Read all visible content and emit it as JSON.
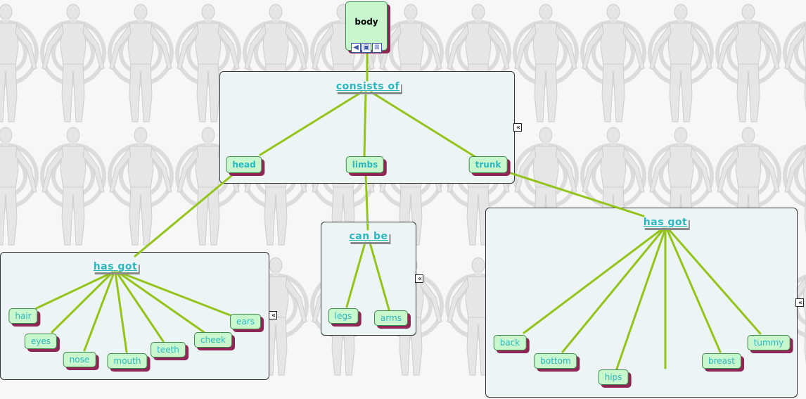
{
  "root": {
    "label": "body",
    "resources": [
      {
        "icon": "audio-icon",
        "glyph": "◀"
      },
      {
        "icon": "image-icon",
        "glyph": "▣"
      },
      {
        "icon": "text-doc-icon",
        "glyph": "≣"
      }
    ]
  },
  "panels": {
    "top": {
      "phrase": "consists of",
      "children": [
        "head",
        "limbs",
        "trunk"
      ]
    },
    "head": {
      "phrase": "has got",
      "children": [
        "hair",
        "eyes",
        "nose",
        "mouth",
        "teeth",
        "cheek",
        "ears"
      ]
    },
    "limbs": {
      "phrase": "can be",
      "children": [
        "legs",
        "arms"
      ]
    },
    "trunk": {
      "phrase": "has got",
      "children": [
        "back",
        "bottom",
        "hips",
        "breast",
        "tummy"
      ]
    }
  },
  "collapse_glyph": "«",
  "colors": {
    "link_line": "#93c41a",
    "node_fill": "#c9f7cd",
    "node_text": "#2bb7bf",
    "node_shadow": "#8f2656",
    "panel_fill": "#edf4f5"
  }
}
